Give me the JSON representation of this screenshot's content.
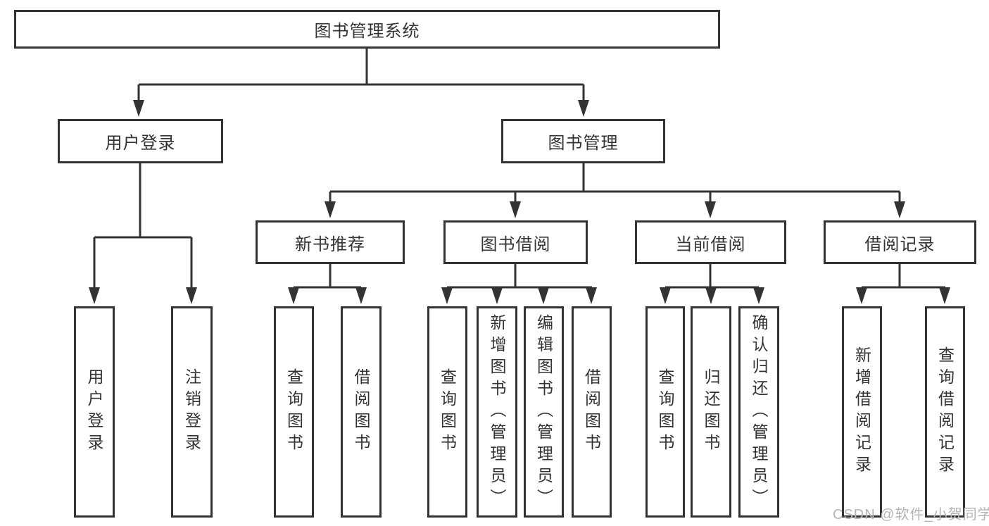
{
  "tree": {
    "label": "图书管理系统",
    "children": [
      {
        "label": "用户登录",
        "children": [
          {
            "label": "用户登录"
          },
          {
            "label": "注销登录"
          }
        ]
      },
      {
        "label": "图书管理",
        "children": [
          {
            "label": "新书推荐",
            "children": [
              {
                "label": "查询图书"
              },
              {
                "label": "借阅图书"
              }
            ]
          },
          {
            "label": "图书借阅",
            "children": [
              {
                "label": "查询图书"
              },
              {
                "label": "新增图书（管理员）"
              },
              {
                "label": "编辑图书（管理员）"
              },
              {
                "label": "借阅图书"
              }
            ]
          },
          {
            "label": "当前借阅",
            "children": [
              {
                "label": "查询图书"
              },
              {
                "label": "归还图书"
              },
              {
                "label": "确认归还（管理员）"
              }
            ]
          },
          {
            "label": "借阅记录",
            "children": [
              {
                "label": "新增借阅记录"
              },
              {
                "label": "查询借阅记录"
              }
            ]
          }
        ]
      }
    ]
  },
  "colors": {
    "line": "#333333",
    "watermark": "#b4b4b4"
  },
  "watermark": {
    "text": "CSDN @软件_小贺同学"
  }
}
